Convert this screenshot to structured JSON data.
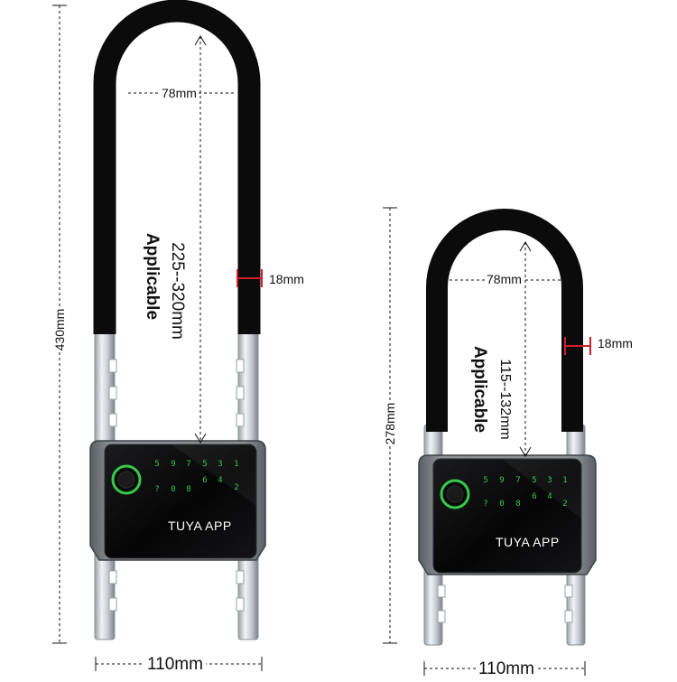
{
  "colors": {
    "shackle": "#0b0b0b",
    "steel": "#c9cdd1",
    "lock_body": "#6c7176",
    "screen": "#050505",
    "key_glow": "#37c94a",
    "dimension_line": "#111111",
    "thickness_marker": "#d0202a"
  },
  "big_lock": {
    "height_label": "430mm",
    "inner_width_label": "78mm",
    "thickness_label": "18mm",
    "range_label": "225--320mm",
    "applicable_label": "Applicable",
    "width_label": "110mm",
    "app_label": "TUYA APP",
    "keypad": [
      "1",
      "2",
      "3",
      "4",
      "5",
      "6",
      "7",
      "8",
      "9",
      "0",
      "?",
      "5"
    ]
  },
  "small_lock": {
    "height_label": "278mm",
    "inner_width_label": "78mm",
    "thickness_label": "18mm",
    "range_label": "115--132mm",
    "applicable_label": "Applicable",
    "width_label": "110mm",
    "app_label": "TUYA APP",
    "keypad": [
      "1",
      "2",
      "3",
      "4",
      "5",
      "6",
      "7",
      "8",
      "9",
      "0",
      "?",
      "5"
    ]
  }
}
